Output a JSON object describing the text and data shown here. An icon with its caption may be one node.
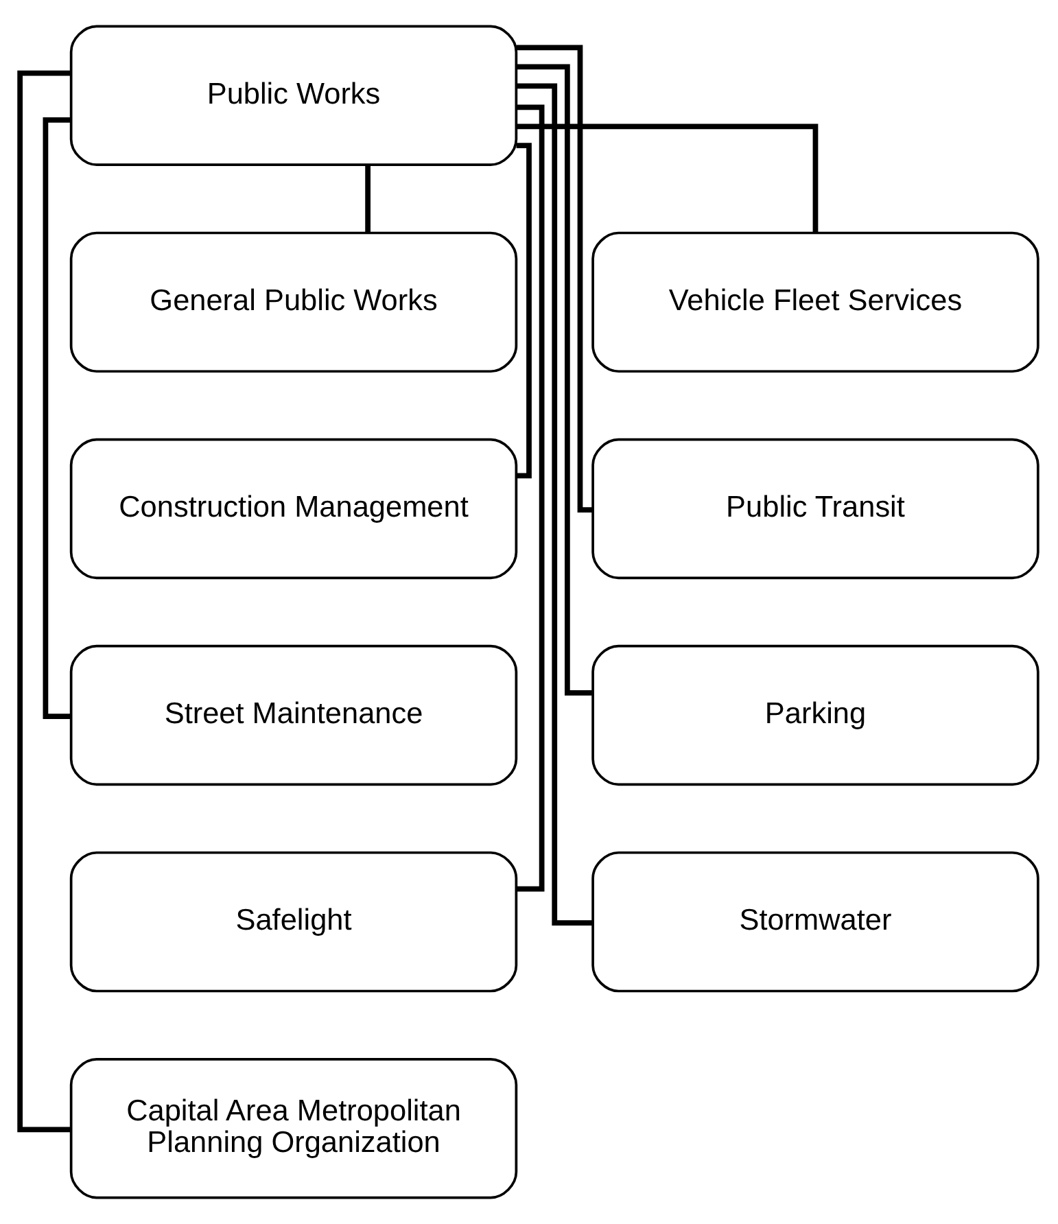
{
  "diagram": {
    "nodes": [
      {
        "text": [
          "Public Works"
        ]
      },
      {
        "text": [
          "General Public Works"
        ]
      },
      {
        "text": [
          "Vehicle Fleet Services"
        ]
      },
      {
        "text": [
          "Construction Management"
        ]
      },
      {
        "text": [
          "Public Transit"
        ]
      },
      {
        "text": [
          "Street Maintenance"
        ]
      },
      {
        "text": [
          "Parking"
        ]
      },
      {
        "text": [
          "Safelight"
        ]
      },
      {
        "text": [
          "Stormwater"
        ]
      },
      {
        "text": [
          "Capital Area Metropolitan Planning Organization"
        ]
      }
    ],
    "edges": [
      {
        "from": 0,
        "to": 1,
        "arrow": "none"
      },
      {
        "from": 0,
        "to": 2,
        "arrow": "none"
      },
      {
        "from": 0,
        "to": 3,
        "arrow": "none"
      },
      {
        "from": 0,
        "to": 4,
        "arrow": "none"
      },
      {
        "from": 0,
        "to": 5,
        "arrow": "none"
      },
      {
        "from": 0,
        "to": 6,
        "arrow": "none"
      },
      {
        "from": 0,
        "to": 7,
        "arrow": "none"
      },
      {
        "from": 0,
        "to": 8,
        "arrow": "none"
      },
      {
        "from": 0,
        "to": 9,
        "arrow": "none"
      }
    ]
  }
}
